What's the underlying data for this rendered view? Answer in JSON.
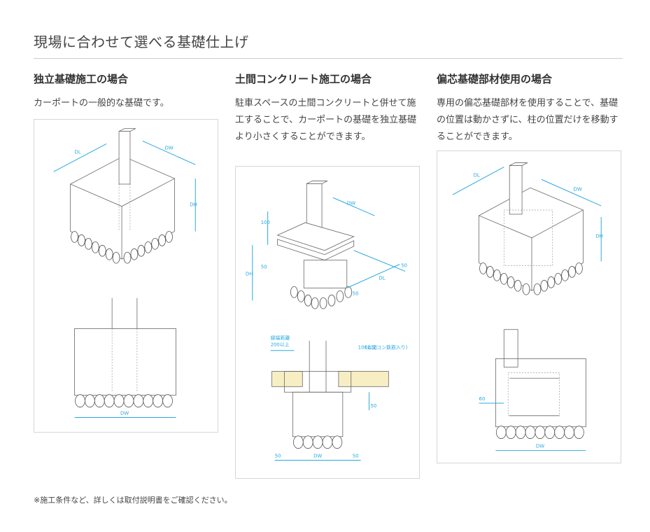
{
  "page": {
    "title": "現場に合わせて選べる基礎仕上げ",
    "footnote": "※施工条件など、詳しくは取付説明書をご確認ください。"
  },
  "columns": [
    {
      "heading": "独立基礎施工の場合",
      "description": "カーポートの一般的な基礎です。",
      "figure": {
        "labels": {
          "dl": "DL",
          "dw": "DW",
          "dh": "DH",
          "dw_bottom": "DW"
        }
      }
    },
    {
      "heading": "土間コンクリート施工の場合",
      "description": "駐車スペースの土間コンクリートと併せて施工することで、カーポートの基礎を独立基礎より小さくすることができます。",
      "figure": {
        "labels": {
          "dw": "DW",
          "dl": "DL",
          "dh": "DH",
          "d100": "100",
          "d50a": "50",
          "d50b": "50",
          "d50c": "50",
          "edge_distance_1": "縁端距離",
          "edge_distance_2": "200以上",
          "slab_note_1": "100以上",
          "slab_note_2": "(土間コン鉄筋入り)",
          "d50_side": "50",
          "bottom_left": "50",
          "bottom_dw": "DW",
          "bottom_right": "50"
        }
      }
    },
    {
      "heading": "偏芯基礎部材使用の場合",
      "description": "専用の偏芯基礎部材を使用することで、基礎の位置は動かさずに、柱の位置だけを移動することができます。",
      "figure": {
        "labels": {
          "dl": "DL",
          "dw": "DW",
          "dh": "DH",
          "d60": "60",
          "dw_bottom": "DW"
        }
      }
    }
  ],
  "colors": {
    "dimension": "#29a9e0",
    "slab": "#f7eec4",
    "rule": "#cccccc"
  }
}
